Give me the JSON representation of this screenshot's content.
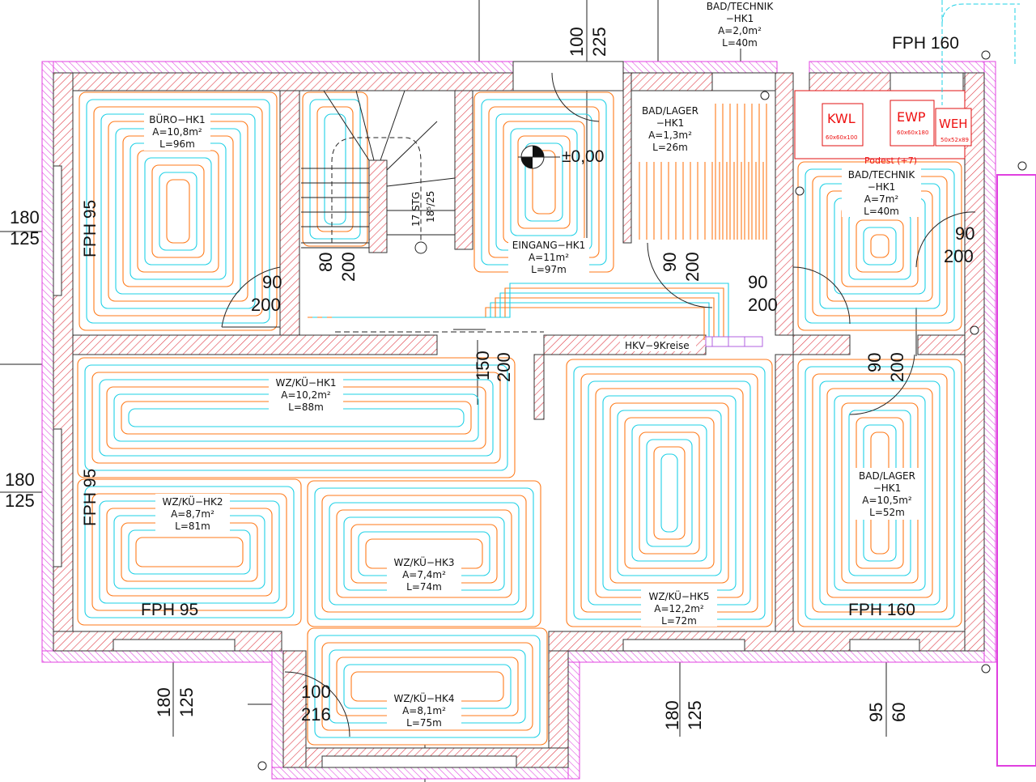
{
  "colors": {
    "supply": "#ff7a1a",
    "return": "#1ed0e6",
    "wall_hatch": "#e0404a",
    "insulation": "#e040e0",
    "equipment": "#e11111"
  },
  "rooms": {
    "buero": [
      "BÜRO−HK1",
      "A=10,8m²",
      "L=96m"
    ],
    "bad_technik_top": [
      "BAD/TECHNIK",
      "−HK1",
      "A=2,0m²",
      "L=40m"
    ],
    "bad_lager_small": [
      "BAD/LAGER",
      "−HK1",
      "A=1,3m²",
      "L=26m"
    ],
    "eingang": [
      "EINGANG−HK1",
      "A=11m²",
      "L=97m"
    ],
    "bad_technik": [
      "BAD/TECHNIK",
      "−HK1",
      "A=7m²",
      "L=40m"
    ],
    "wzk1": [
      "WZ/KÜ−HK1",
      "A=10,2m²",
      "L=88m"
    ],
    "wzk2": [
      "WZ/KÜ−HK2",
      "A=8,7m²",
      "L=81m"
    ],
    "wzk3": [
      "WZ/KÜ−HK3",
      "A=7,4m²",
      "L=74m"
    ],
    "wzk4": [
      "WZ/KÜ−HK4",
      "A=8,1m²",
      "L=75m"
    ],
    "wzk5": [
      "WZ/KÜ−HK5",
      "A=12,2m²",
      "L=72m"
    ],
    "bad_lager": [
      "BAD/LAGER",
      "−HK1",
      "A=10,5m²",
      "L=52m"
    ]
  },
  "labels": {
    "fph160_top": "FPH 160",
    "fph95_a": "FPH 95",
    "fph95_b": "FPH 95",
    "fph95_c": "FPH 95",
    "fph160_bottom": "FPH 160",
    "level": "±0,00",
    "stairs_a": "17 STG",
    "stairs_b": "18⁵/25",
    "manifold": "HKV−9Kreise",
    "podest": "Podest  (+7)"
  },
  "equipment": {
    "kwl": "KWL",
    "kwl_size": "60x60x100",
    "ewp": "EWP",
    "ewp_size": "60x60x180",
    "weh": "WEH",
    "weh_size": "50x52x89"
  },
  "dims": {
    "t100": "100",
    "t225": "225",
    "l180a": "180",
    "l125a": "125",
    "l180b": "180",
    "l125b": "125",
    "d90a": "90",
    "d200a": "200",
    "d80": "80",
    "d200b": "200",
    "d90b": "90",
    "d200c": "200",
    "d90c": "90",
    "d200d": "200",
    "r90": "90",
    "r200": "200",
    "d150": "150",
    "d200e": "200",
    "d90d": "90",
    "d200f": "200",
    "b180a": "180",
    "b125a": "125",
    "b100": "100",
    "b216": "216",
    "b180b": "180",
    "b125b": "125",
    "b95": "95",
    "b60": "60"
  }
}
